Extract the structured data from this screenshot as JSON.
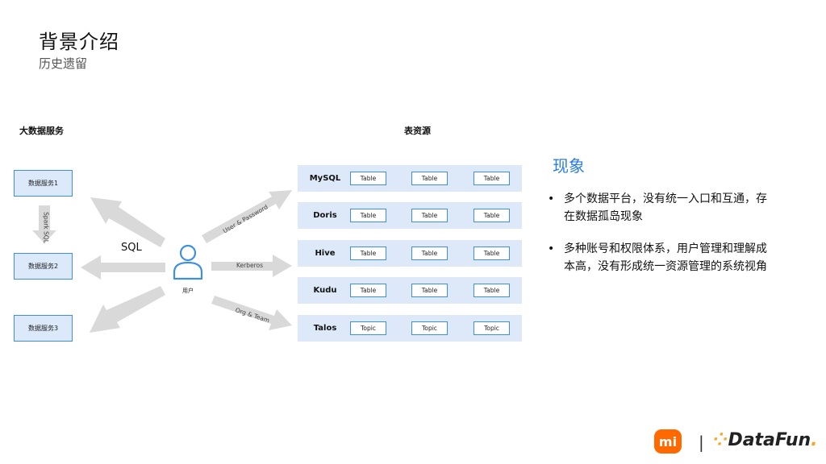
{
  "header": {
    "title": "背景介绍",
    "subtitle": "历史遗留"
  },
  "left": {
    "heading": "大数据服务",
    "services": [
      "数据服务1",
      "数据服务2",
      "数据服务3"
    ],
    "flow_label": "Spark SQL"
  },
  "center": {
    "sql_label": "SQL",
    "user_label": "用户",
    "arrow_labels": [
      "User & Password",
      "Kerberos",
      "Org & Team"
    ]
  },
  "right": {
    "heading": "表资源",
    "rows": [
      {
        "name": "MySQL",
        "cells": [
          "Table",
          "Table",
          "Table"
        ]
      },
      {
        "name": "Doris",
        "cells": [
          "Table",
          "Table",
          "Table"
        ]
      },
      {
        "name": "Hive",
        "cells": [
          "Table",
          "Table",
          "Table"
        ]
      },
      {
        "name": "Kudu",
        "cells": [
          "Table",
          "Table",
          "Table"
        ]
      },
      {
        "name": "Talos",
        "cells": [
          "Topic",
          "Topic",
          "Topic"
        ]
      }
    ]
  },
  "phenomenon": {
    "title": "现象",
    "bullets": [
      "多个数据平台，没有统一入口和互通，存在数据孤岛现象",
      "多种账号和权限体系，用户管理和理解成本高，没有形成统一资源管理的系统视角"
    ]
  },
  "footer": {
    "logo_mi": "mi",
    "separator": "|",
    "logo_text_a": "DataFun",
    "logo_text_b": "."
  },
  "colors": {
    "accent": "#2a7de1",
    "box_border": "#3f8fe0",
    "row_bg": "#dde9f9",
    "arrow": "#d9d9d9",
    "mi_orange": "#ff6900"
  }
}
